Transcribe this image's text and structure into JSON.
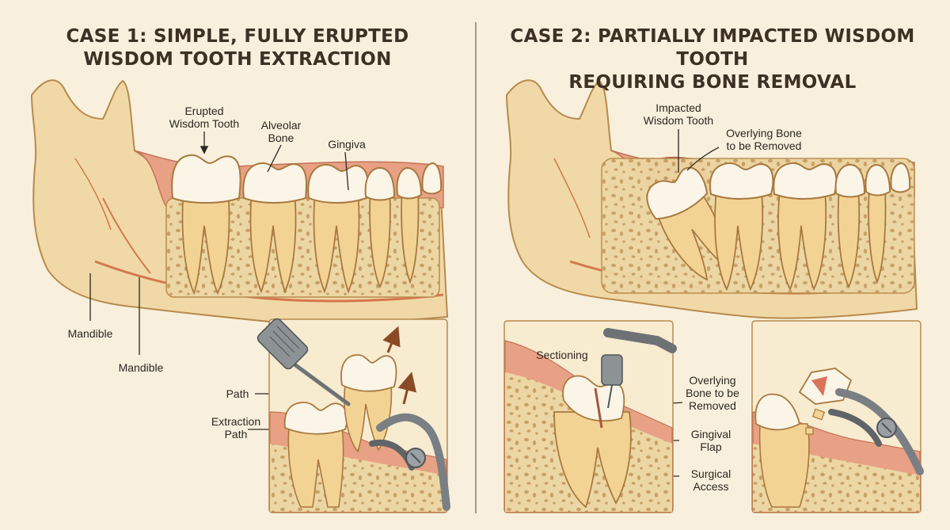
{
  "case1": {
    "title_line1": "CASE 1: SIMPLE, FULLY ERUPTED",
    "title_line2": "WISDOM TOOTH EXTRACTION",
    "labels": {
      "erupted_1": "Erupted",
      "erupted_2": "Wisdom Tooth",
      "alveolar_1": "Alveolar",
      "alveolar_2": "Bone",
      "gingiva": "Gingiva",
      "mandible_a": "Mandible",
      "mandible_b": "Mandible",
      "path": "Path",
      "extraction_1": "Extraction",
      "extraction_2": "Path"
    }
  },
  "case2": {
    "title_line1": "CASE 2: PARTIALLY IMPACTED WISDOM TOOTH",
    "title_line2": "REQUIRING BONE REMOVAL",
    "labels": {
      "impacted_1": "Impacted",
      "impacted_2": "Wisdom Tooth",
      "overlying_1": "Overlying Bone",
      "overlying_2": "to be Removed",
      "sectioning": "Sectioning",
      "overlying_b1": "Overlying",
      "overlying_b2": "Bone to be",
      "overlying_b3": "Removed",
      "gingival_1": "Gingival",
      "gingival_2": "Flap",
      "surgical_1": "Surgical",
      "surgical_2": "Access"
    }
  },
  "colors": {
    "background": "#f8f0dd",
    "bone": "#f0d9a6",
    "gum": "#e8a184",
    "tooth": "#fbf5e8",
    "root": "#f3d394",
    "ink": "#3d3024"
  }
}
